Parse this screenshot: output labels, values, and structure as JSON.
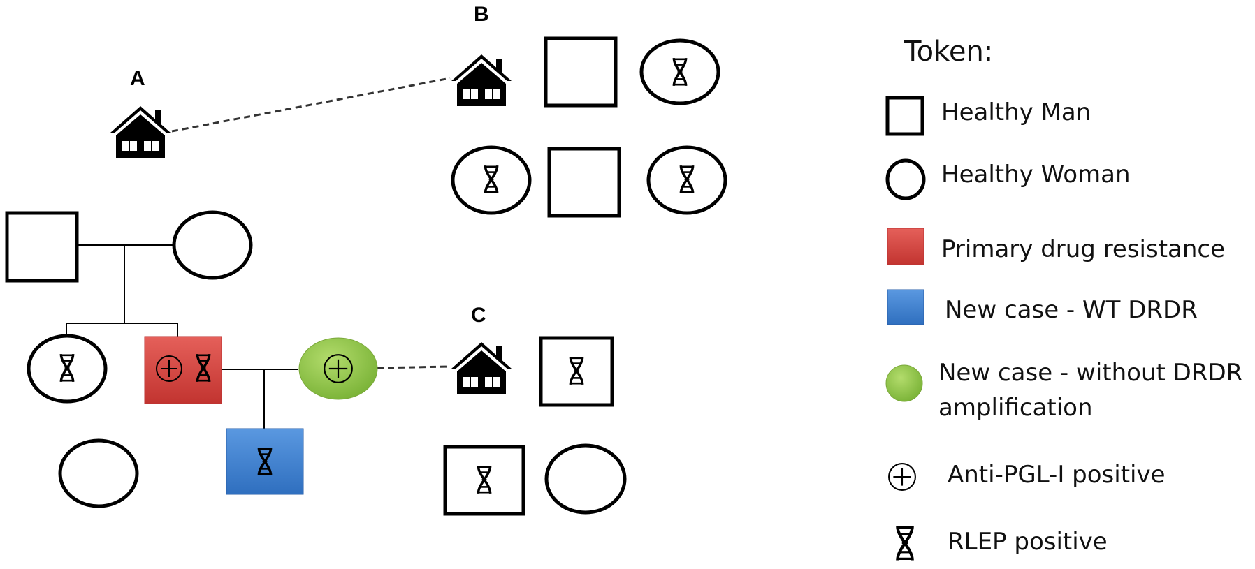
{
  "labels": {
    "a": "A",
    "b": "B",
    "c": "C"
  },
  "legend": {
    "title": "Token:",
    "items": {
      "healthy_man": "Healthy Man",
      "healthy_woman": "Healthy Woman",
      "primary_drug_resistance": "Primary drug resistance",
      "new_case_wt": "New case - WT DRDR",
      "new_case_without_line1": "New case - without DRDR",
      "new_case_without_line2": "amplification",
      "anti_pgl": "Anti-PGL-I positive",
      "rlep": "RLEP positive"
    }
  },
  "colors": {
    "primary_drug_resistance": "#d9443f",
    "new_case_wt": "#3b7fd0",
    "new_case_without": "#8fc443",
    "stroke": "#000000"
  },
  "icons": {
    "house": "house-icon",
    "dna": "dna-icon",
    "plus_circle": "plus-circle-icon"
  }
}
